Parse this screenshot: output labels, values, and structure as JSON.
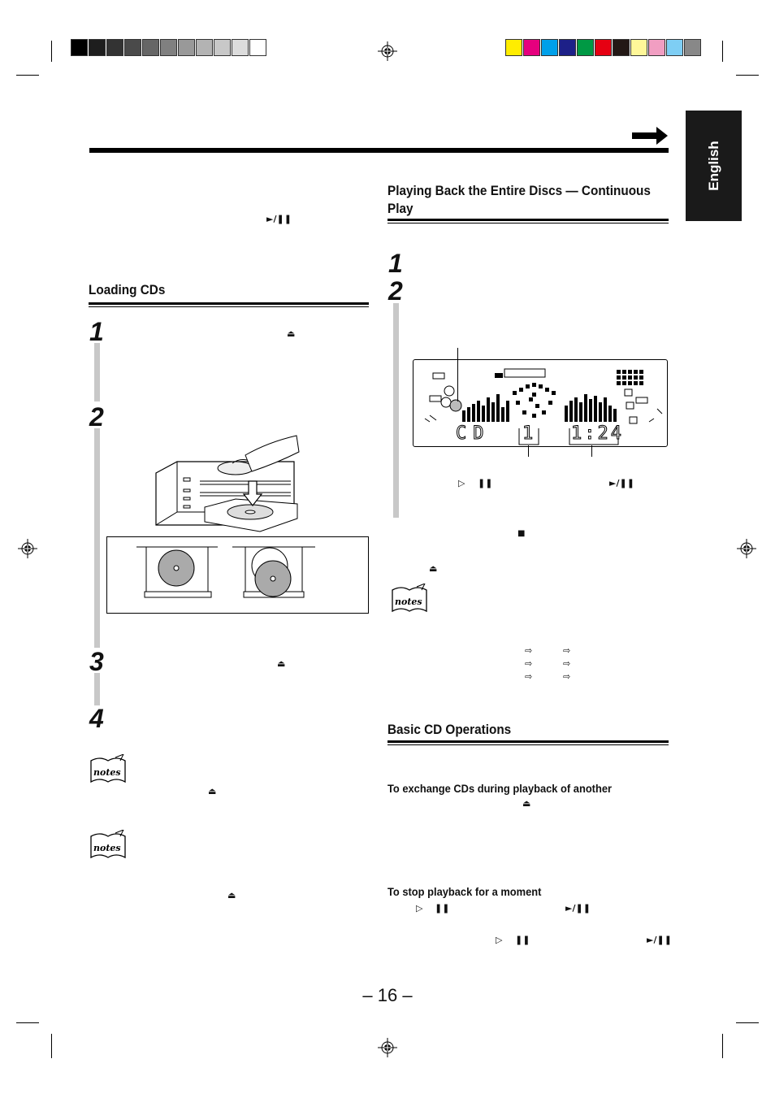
{
  "page": {
    "language_tab": "English",
    "page_number": "– 16 –"
  },
  "left": {
    "section_title": "Loading CDs",
    "steps": [
      "1",
      "2",
      "3",
      "4"
    ]
  },
  "right": {
    "section_title_line1": "Playing Back the Entire Discs — Continuous",
    "section_title_line2": "Play",
    "steps": [
      "1",
      "2"
    ],
    "basic_title": "Basic CD Operations",
    "exchange_title": "To exchange CDs during playback of another",
    "pause_title": "To stop playback for a moment"
  },
  "display": {
    "source_text": "CD",
    "disc_number": "1",
    "time_text": "1:24"
  },
  "icons": {
    "eject": "eject-icon",
    "play_pause": "play-pause-icon",
    "stop": "stop-icon",
    "arrow": "arrow-icon",
    "notes": "notes-icon"
  },
  "colors": {
    "gray_bar": "#c8c8c8",
    "tab_bg": "#1a1a1a",
    "ink": "#000000"
  }
}
